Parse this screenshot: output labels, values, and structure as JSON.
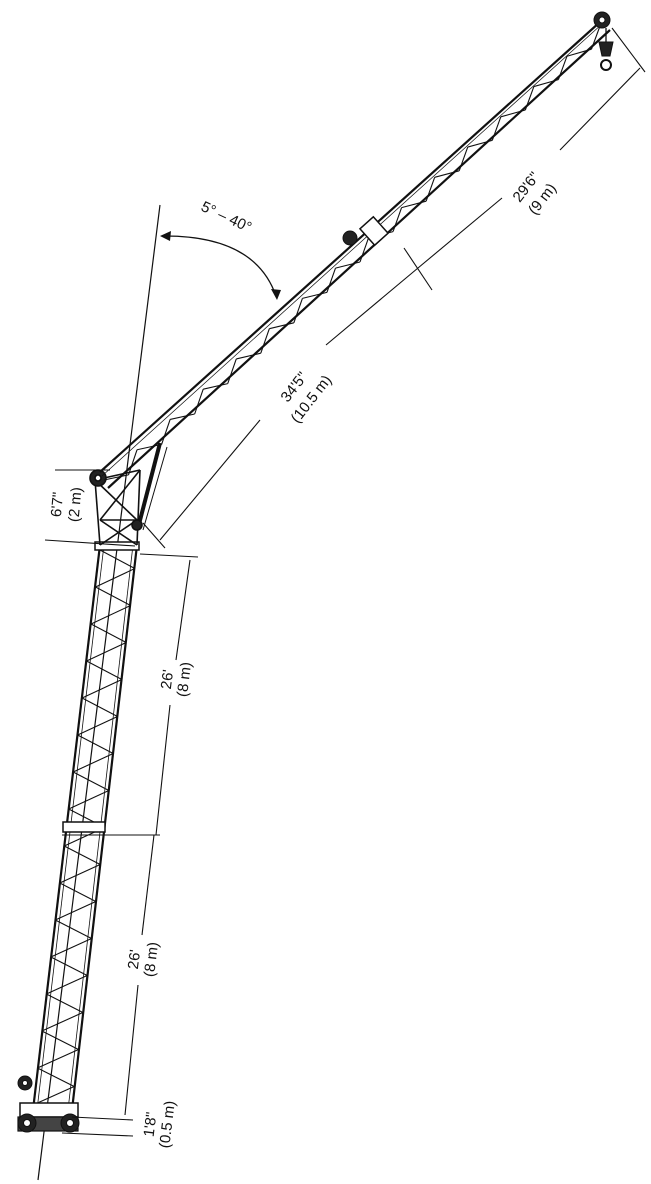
{
  "colors": {
    "ink": "#111111",
    "paper": "#ffffff"
  },
  "angle_range": "5° – 40°",
  "dimensions": {
    "jib_tip": {
      "imperial": "29'6\"",
      "metric": "(9 m)"
    },
    "jib_main": {
      "imperial": "34'5\"",
      "metric": "(10.5 m)"
    },
    "head": {
      "imperial": "6'7\"",
      "metric": "(2 m)"
    },
    "mast_upper": {
      "imperial": "26'",
      "metric": "(8 m)"
    },
    "mast_lower": {
      "imperial": "26'",
      "metric": "(8 m)"
    },
    "base": {
      "imperial": "1'8\"",
      "metric": "(0.5 m)"
    }
  }
}
